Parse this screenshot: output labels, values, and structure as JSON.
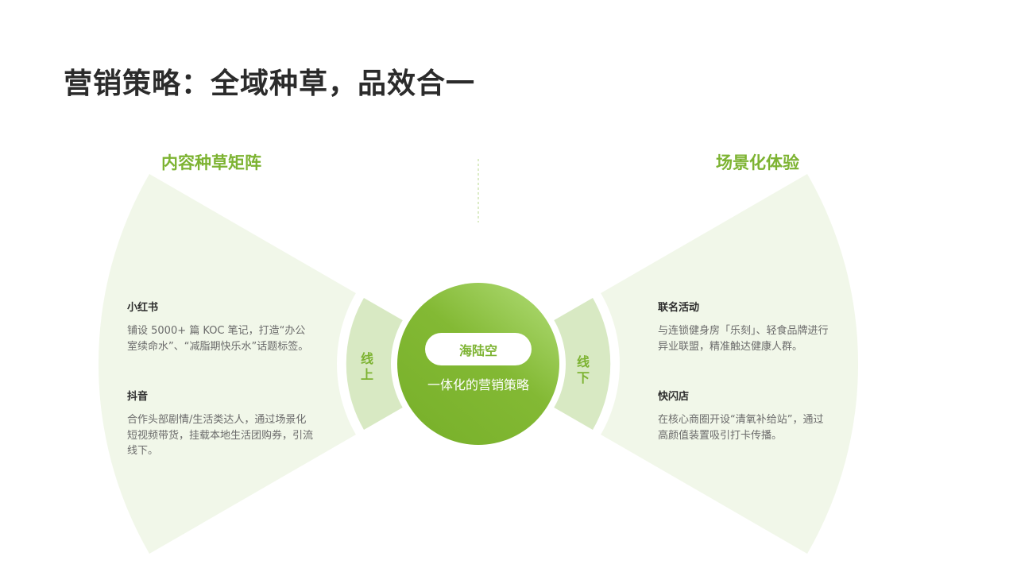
{
  "title": "营销策略：全域种草，品效合一",
  "left_section": {
    "heading": "内容种草矩阵",
    "ring_label": [
      "线",
      "上"
    ],
    "items": [
      {
        "title": "小红书",
        "text": "铺设 5000+ 篇 KOC 笔记，打造“办公室续命水”、“减脂期快乐水”话题标签。"
      },
      {
        "title": "抖音",
        "text": "合作头部剧情/生活类达人，通过场景化短视频带货，挂载本地生活团购券，引流线下。"
      }
    ]
  },
  "right_section": {
    "heading": "场景化体验",
    "ring_label": [
      "线",
      "下"
    ],
    "items": [
      {
        "title": "联名活动",
        "text": "与连锁健身房「乐刻」、轻食品牌进行异业联盟，精准触达健康人群。"
      },
      {
        "title": "快闪店",
        "text": "在核心商圈开设“清氧补给站”，通过高颜值装置吸引打卡传播。"
      }
    ]
  },
  "center": {
    "badge": "海陆空",
    "subtitle": "一体化的营销策略"
  },
  "colors": {
    "accent": "#7db332",
    "fan_light": "#f1f7e9",
    "ring_light": "#d8e9c3",
    "circle_dark": "#7cb530",
    "circle_light": "#a6d467",
    "title": "#2b2b2b",
    "body_text": "#6b6b6b"
  }
}
